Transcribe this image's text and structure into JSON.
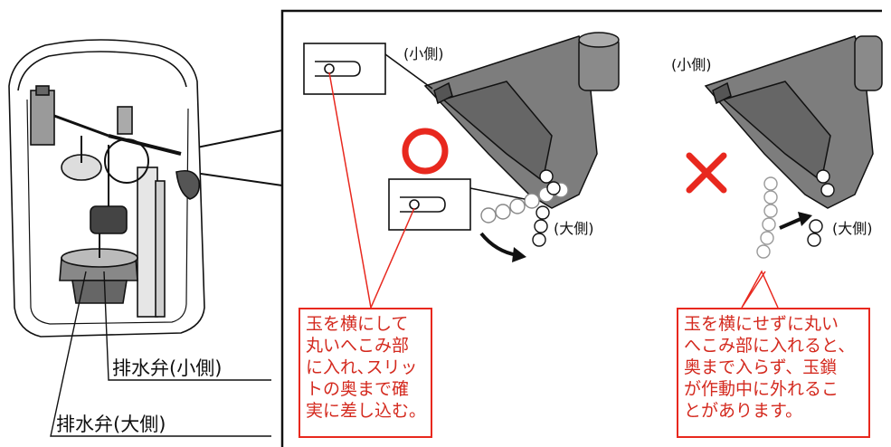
{
  "labels": {
    "small_side_1": "(小側)",
    "large_side_1": "(大側)",
    "small_side_2": "(小側)",
    "large_side_2": "(大側)",
    "valve_small": "排水弁(小側)",
    "valve_large": "排水弁(大側)"
  },
  "symbols": {
    "ok": "○",
    "ng": "×"
  },
  "colors": {
    "accent": "#e8281e",
    "part": "#7d7d7d",
    "outline": "#111111"
  },
  "notes": {
    "correct": [
      "玉を横にして",
      "丸いへこみ部",
      "に入れ､スリッ",
      "トの奥まで確",
      "実に差し込む。"
    ],
    "wrong": [
      "玉を横にせずに丸い",
      "へこみ部に入れると、",
      "奥まで入らず、玉鎖",
      "が作動中に外れるこ",
      "とがあります。"
    ]
  }
}
